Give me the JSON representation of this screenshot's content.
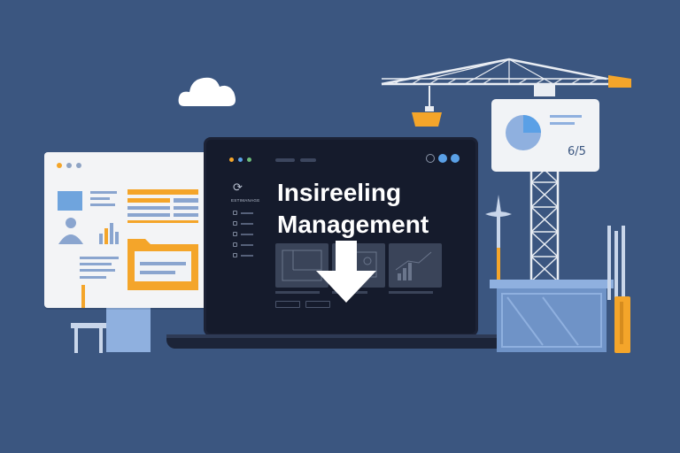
{
  "laptop": {
    "heading_line1": "Insireeling",
    "heading_line2": "Management",
    "sidebar_title": "ESTIMANAGE"
  },
  "chart_board": {
    "label": "6/5"
  },
  "colors": {
    "background": "#3b5680",
    "accent_orange": "#f4a52a",
    "accent_blue": "#5aa0e6",
    "screen_dark": "#151b2c"
  },
  "icons": {
    "cloud": "cloud-icon",
    "crane": "crane-icon",
    "download": "download-arrow-icon",
    "folder": "folder-icon",
    "person": "person-icon",
    "pie": "pie-chart-icon",
    "drill": "drill-icon"
  }
}
